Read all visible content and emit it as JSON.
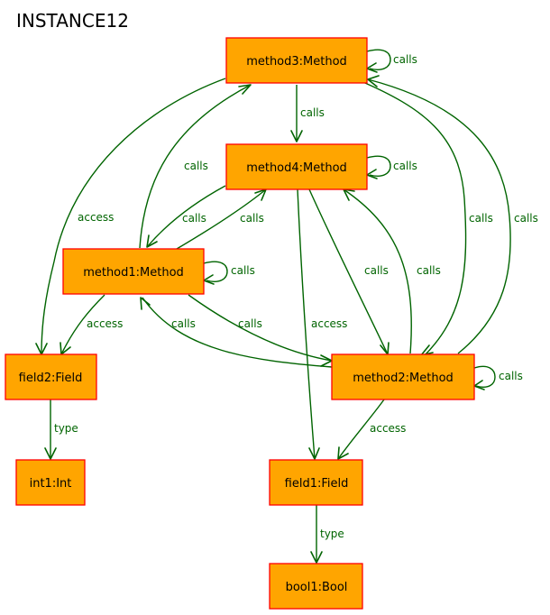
{
  "title": "INSTANCE12",
  "colors": {
    "node_fill": "#ffa500",
    "node_border": "#ff0000",
    "edge": "#006400",
    "text": "#000000"
  },
  "nodes": {
    "method3": "method3:Method",
    "method4": "method4:Method",
    "method1": "method1:Method",
    "method2": "method2:Method",
    "field2": "field2:Field",
    "field1": "field1:Field",
    "int1": "int1:Int",
    "bool1": "bool1:Bool"
  },
  "edges": [
    {
      "id": "m3-self",
      "from": "method3:Method",
      "to": "method3:Method",
      "label": "calls"
    },
    {
      "id": "m3-m4",
      "from": "method3:Method",
      "to": "method4:Method",
      "label": "calls"
    },
    {
      "id": "m3-field2",
      "from": "method3:Method",
      "to": "field2:Field",
      "label": "access"
    },
    {
      "id": "m3-m2",
      "from": "method3:Method",
      "to": "method2:Method",
      "label": "calls"
    },
    {
      "id": "m4-self",
      "from": "method4:Method",
      "to": "method4:Method",
      "label": "calls"
    },
    {
      "id": "m4-m1",
      "from": "method4:Method",
      "to": "method1:Method",
      "label": "calls"
    },
    {
      "id": "m4-m2",
      "from": "method4:Method",
      "to": "method2:Method",
      "label": "calls"
    },
    {
      "id": "m4-field1",
      "from": "method4:Method",
      "to": "field1:Field",
      "label": "access"
    },
    {
      "id": "m1-m3",
      "from": "method1:Method",
      "to": "method3:Method",
      "label": "calls"
    },
    {
      "id": "m1-m4",
      "from": "method1:Method",
      "to": "method4:Method",
      "label": "calls"
    },
    {
      "id": "m1-self",
      "from": "method1:Method",
      "to": "method1:Method",
      "label": "calls"
    },
    {
      "id": "m1-field2",
      "from": "method1:Method",
      "to": "field2:Field",
      "label": "access"
    },
    {
      "id": "m1-m2",
      "from": "method1:Method",
      "to": "method2:Method",
      "label": "calls"
    },
    {
      "id": "m2-m1",
      "from": "method2:Method",
      "to": "method1:Method",
      "label": "calls"
    },
    {
      "id": "m2-m4",
      "from": "method2:Method",
      "to": "method4:Method",
      "label": "calls"
    },
    {
      "id": "m2-m3",
      "from": "method2:Method",
      "to": "method3:Method",
      "label": "calls"
    },
    {
      "id": "m2-self",
      "from": "method2:Method",
      "to": "method2:Method",
      "label": "calls"
    },
    {
      "id": "m2-field1",
      "from": "method2:Method",
      "to": "field1:Field",
      "label": "access"
    },
    {
      "id": "field2-int1",
      "from": "field2:Field",
      "to": "int1:Int",
      "label": "type"
    },
    {
      "id": "field1-bool1",
      "from": "field1:Field",
      "to": "bool1:Bool",
      "label": "type"
    }
  ]
}
